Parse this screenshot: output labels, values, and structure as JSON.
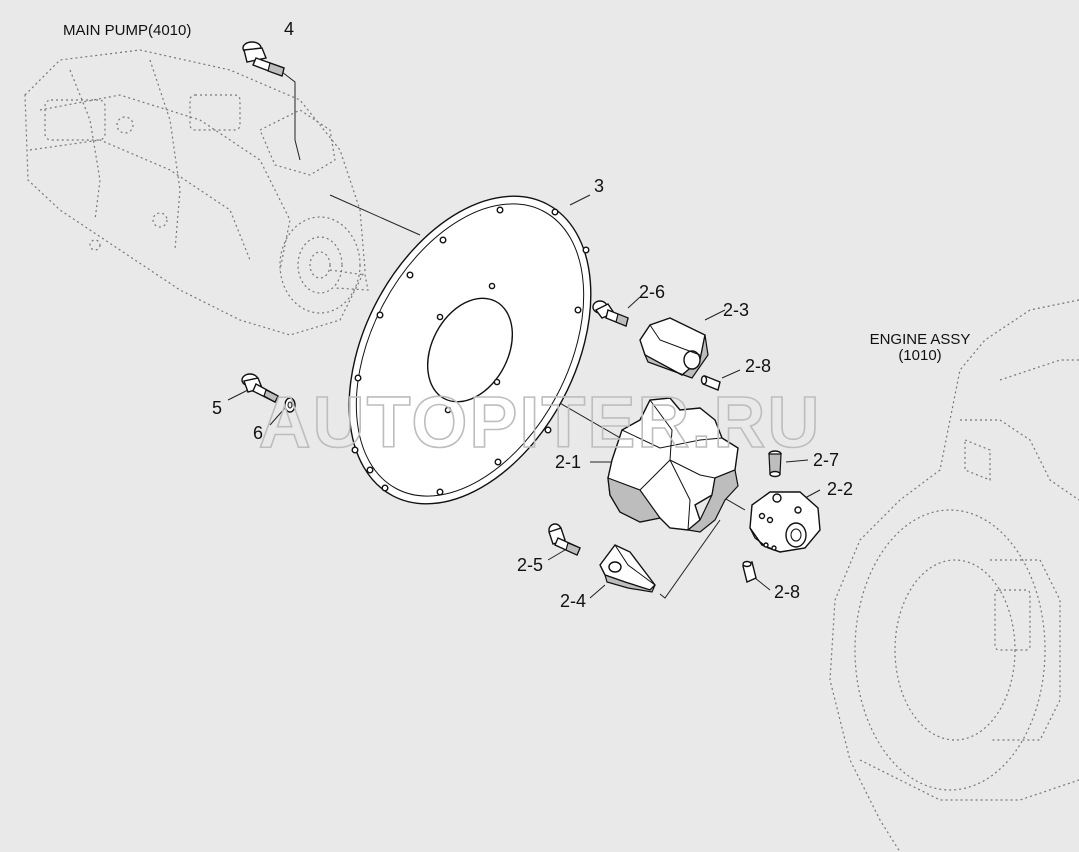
{
  "captions": {
    "main_pump": "MAIN PUMP(4010)",
    "engine_line1": "ENGINE ASSY",
    "engine_line2": "(1010)"
  },
  "callouts": {
    "p4": "4",
    "p3": "3",
    "p2_6": "2-6",
    "p2_3": "2-3",
    "p2_8a": "2-8",
    "p5": "5",
    "p6": "6",
    "p2_1": "2-1",
    "p2_7": "2-7",
    "p2_2": "2-2",
    "p2_5": "2-5",
    "p2_4": "2-4",
    "p2_8b": "2-8"
  },
  "watermark": "AUTOPITER.RU"
}
